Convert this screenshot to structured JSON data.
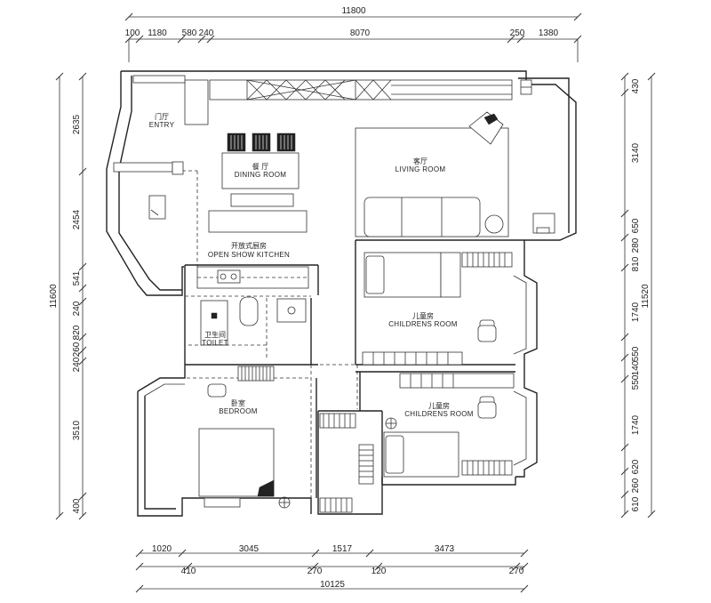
{
  "dimensions": {
    "top_total": "11800",
    "top_segments": [
      "100",
      "1180",
      "580",
      "240",
      "8070",
      "250",
      "1380"
    ],
    "bottom_upper": [
      "1020",
      "3045",
      "1517",
      "3473"
    ],
    "bottom_lower": [
      "410",
      "270",
      "120",
      "270"
    ],
    "bottom_total": "10125",
    "left_total": "11600",
    "left_segments": [
      "2635",
      "2454",
      "541",
      "240",
      "820",
      "260",
      "240",
      "3510",
      "400"
    ],
    "right_total": "11520",
    "right_outer": [
      "430",
      "3140",
      "650",
      "810",
      "1740",
      "550",
      "550",
      "1740",
      "620",
      "610"
    ],
    "right_inner": [
      "280",
      "140",
      "260"
    ]
  },
  "rooms": {
    "entry": {
      "zh": "门厅",
      "en": "ENTRY"
    },
    "dining": {
      "zh": "餐 厅",
      "en": "DINING ROOM"
    },
    "living": {
      "zh": "客厅",
      "en": "LIVING ROOM"
    },
    "kitchen": {
      "zh": "开放式厨房",
      "en": "OPEN SHOW KITCHEN"
    },
    "toilet": {
      "zh": "卫生间",
      "en": "TOILET"
    },
    "children1": {
      "zh": "儿童房",
      "en": "CHILDRENS ROOM"
    },
    "children2": {
      "zh": "儿童房",
      "en": "CHILDRENS ROOM"
    },
    "bedroom": {
      "zh": "卧室",
      "en": "BEDROOM"
    }
  }
}
